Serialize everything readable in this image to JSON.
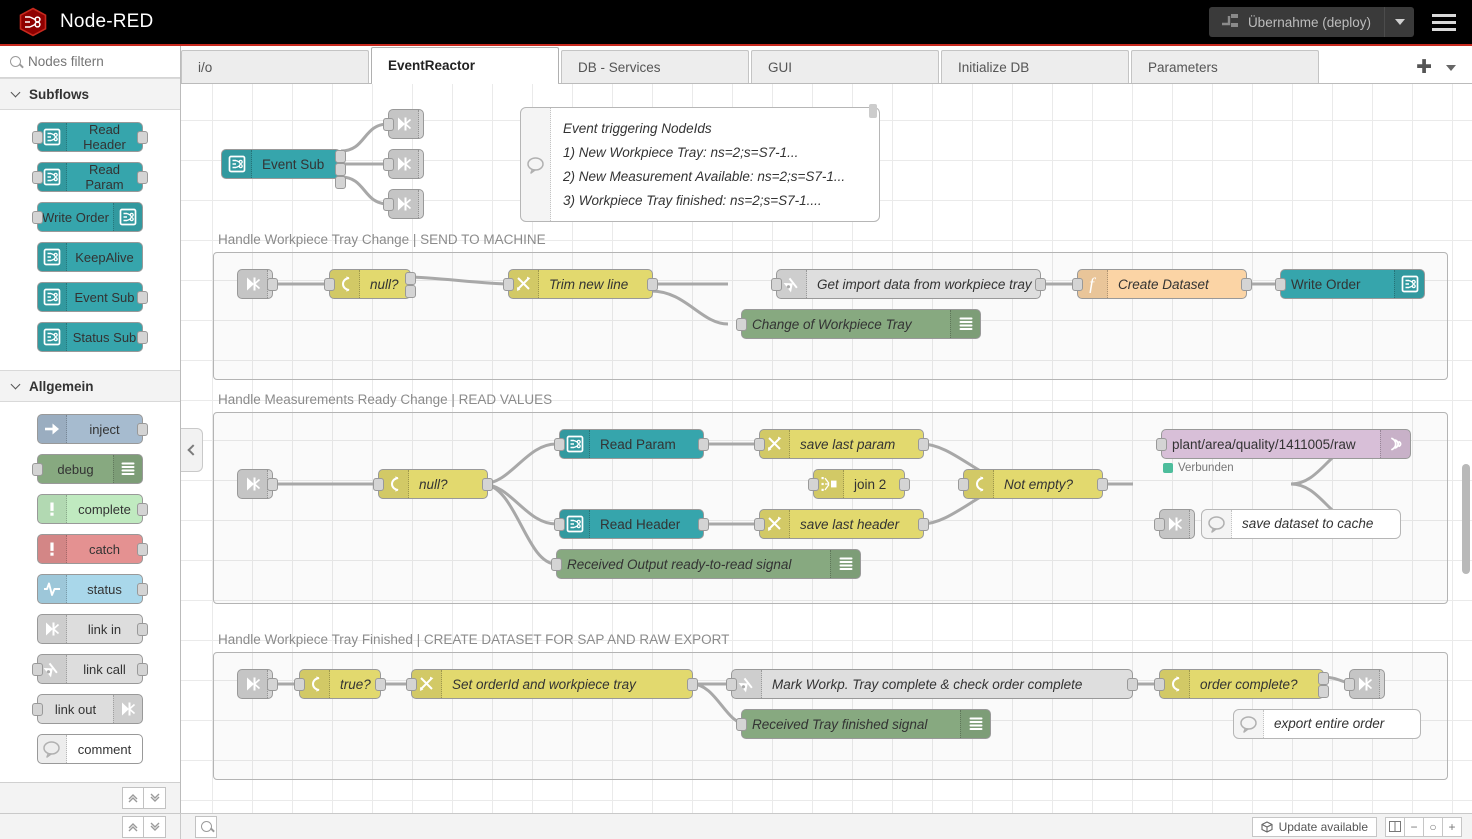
{
  "header": {
    "brand": "Node-RED",
    "logo_icon": "node-red-hex-logo",
    "deploy_label": "Übernahme (deploy)",
    "deploy_icon": "deploy-icon",
    "deploy_caret_icon": "chevron-down-icon",
    "menu_icon": "hamburger-menu-icon"
  },
  "palette": {
    "search_placeholder": "Nodes filtern",
    "search_value": "",
    "search_icon": "search-icon",
    "categories": [
      {
        "name": "Subflows",
        "label": "Subflows",
        "collapse_icon": "chevron-down-icon",
        "nodes": [
          {
            "label": "Read Header",
            "icon": "subflow-icon",
            "color": "#36a5ac",
            "icon_side": "left",
            "in": true,
            "out": true
          },
          {
            "label": "Read Param",
            "icon": "subflow-icon",
            "color": "#36a5ac",
            "icon_side": "left",
            "in": true,
            "out": true
          },
          {
            "label": "Write Order",
            "icon": "subflow-icon",
            "color": "#36a5ac",
            "icon_side": "right",
            "in": true,
            "out": false
          },
          {
            "label": "KeepAlive",
            "icon": "subflow-icon",
            "color": "#36a5ac",
            "icon_side": "left",
            "in": false,
            "out": false
          },
          {
            "label": "Event Sub",
            "icon": "subflow-icon",
            "color": "#36a5ac",
            "icon_side": "left",
            "in": false,
            "out": true
          },
          {
            "label": "Status Sub",
            "icon": "subflow-icon",
            "color": "#36a5ac",
            "icon_side": "left",
            "in": false,
            "out": true
          }
        ]
      },
      {
        "name": "Allgemein",
        "label": "Allgemein",
        "collapse_icon": "chevron-down-icon",
        "nodes": [
          {
            "label": "inject",
            "icon": "inject-arrow-icon",
            "color": "#a6bbcf",
            "icon_side": "left",
            "in": false,
            "out": true
          },
          {
            "label": "debug",
            "icon": "debug-list-icon",
            "color": "#87a980",
            "icon_side": "right",
            "in": true,
            "out": false
          },
          {
            "label": "complete",
            "icon": "exclamation-icon",
            "color": "#c0eac0",
            "icon_side": "left",
            "in": false,
            "out": true
          },
          {
            "label": "catch",
            "icon": "exclamation-icon",
            "color": "#e49191",
            "icon_side": "left",
            "in": false,
            "out": true
          },
          {
            "label": "status",
            "icon": "pulse-icon",
            "color": "#a9d7ea",
            "icon_side": "left",
            "in": false,
            "out": true
          },
          {
            "label": "link in",
            "icon": "link-in-icon",
            "color": "#dddddd",
            "icon_side": "left",
            "in": false,
            "out": true
          },
          {
            "label": "link call",
            "icon": "link-call-icon",
            "color": "#dddddd",
            "icon_side": "left",
            "in": true,
            "out": true
          },
          {
            "label": "link out",
            "icon": "link-out-icon",
            "color": "#dddddd",
            "icon_side": "right",
            "in": true,
            "out": false
          },
          {
            "label": "comment",
            "icon": "comment-bubble-icon",
            "color": "#ffffff",
            "icon_side": "left",
            "in": false,
            "out": false
          }
        ]
      }
    ],
    "footer": {
      "collapse_all_icon": "chevrons-up-icon",
      "expand_all_icon": "chevrons-down-icon"
    }
  },
  "tabs": {
    "items": [
      {
        "label": "i/o",
        "active": false
      },
      {
        "label": "EventReactor",
        "active": true
      },
      {
        "label": "DB - Services",
        "active": false
      },
      {
        "label": "GUI",
        "active": false
      },
      {
        "label": "Initialize DB",
        "active": false
      },
      {
        "label": "Parameters",
        "active": false
      }
    ],
    "add_icon": "plus-icon",
    "list_icon": "chevron-down-icon"
  },
  "canvas": {
    "collapse_handle_icon": "chevron-left-icon",
    "comment_top": {
      "icon": "comment-bubble-icon",
      "lines": [
        "Event triggering NodeIds",
        "1) New Workpiece Tray: ns=2;s=S7-1...",
        "2) New Measurement Available: ns=2;s=S7-1...",
        "3) Workpiece Tray finished: ns=2;s=S7-1...."
      ]
    },
    "event_sub": {
      "label": "Event Sub",
      "icon": "subflow-icon",
      "color": "#36a5ac"
    },
    "link_out_nodes": [
      {
        "icon": "link-out-icon"
      },
      {
        "icon": "link-out-icon"
      },
      {
        "icon": "link-out-icon"
      }
    ],
    "groups": [
      {
        "title": "Handle Workpiece Tray Change | SEND TO MACHINE",
        "nodes": [
          {
            "label": "",
            "icon": "link-in-icon",
            "color": "#d4d4d4",
            "kind": "link-in"
          },
          {
            "label": "null?",
            "icon": "switch-icon",
            "color": "#e2d96e",
            "kind": "switch"
          },
          {
            "label": "Trim new line",
            "icon": "change-icon",
            "color": "#e2d96e",
            "kind": "change"
          },
          {
            "label": "Get import data from workpiece tray",
            "icon": "link-call-icon",
            "color": "#dedede",
            "kind": "link-call"
          },
          {
            "label": "Create Dataset",
            "icon": "function-icon",
            "color": "#fbd4a5",
            "kind": "function"
          },
          {
            "label": "Write Order",
            "icon": "subflow-icon",
            "color": "#36a5ac",
            "kind": "subflow"
          },
          {
            "label": "Change of Workpiece Tray",
            "icon": "debug-list-icon",
            "color": "#87a980",
            "kind": "debug"
          }
        ]
      },
      {
        "title": "Handle Measurements Ready Change | READ VALUES",
        "nodes": [
          {
            "label": "",
            "icon": "link-in-icon",
            "color": "#d4d4d4",
            "kind": "link-in"
          },
          {
            "label": "null?",
            "icon": "switch-icon",
            "color": "#e2d96e",
            "kind": "switch"
          },
          {
            "label": "Read Param",
            "icon": "subflow-icon",
            "color": "#36a5ac",
            "kind": "subflow"
          },
          {
            "label": "Read Header",
            "icon": "subflow-icon",
            "color": "#36a5ac",
            "kind": "subflow"
          },
          {
            "label": "save last param",
            "icon": "change-icon",
            "color": "#e2d96e",
            "kind": "change"
          },
          {
            "label": "save last header",
            "icon": "change-icon",
            "color": "#e2d96e",
            "kind": "change"
          },
          {
            "label": "join 2",
            "icon": "join-icon",
            "color": "#e2d96e",
            "kind": "join"
          },
          {
            "label": "Not empty?",
            "icon": "switch-icon",
            "color": "#e2d96e",
            "kind": "switch"
          },
          {
            "label": "plant/area/quality/1411005/raw",
            "icon": "mqtt-icon",
            "color": "#d8bfd8",
            "kind": "mqtt",
            "status": "Verbunden",
            "status_color": "#4dbd9c"
          },
          {
            "label": "",
            "icon": "link-out-icon",
            "color": "#d4d4d4",
            "kind": "link-out"
          },
          {
            "label": "save dataset to cache",
            "icon": "comment-bubble-icon",
            "color": "#ffffff",
            "kind": "comment"
          },
          {
            "label": "Received Output ready-to-read signal",
            "icon": "debug-list-icon",
            "color": "#87a980",
            "kind": "debug"
          }
        ]
      },
      {
        "title": "Handle Workpiece Tray Finished | CREATE DATASET FOR SAP AND RAW EXPORT",
        "nodes": [
          {
            "label": "",
            "icon": "link-in-icon",
            "color": "#d4d4d4",
            "kind": "link-in"
          },
          {
            "label": "true?",
            "icon": "switch-icon",
            "color": "#e2d96e",
            "kind": "switch"
          },
          {
            "label": "Set orderId and workpiece tray",
            "icon": "change-icon",
            "color": "#e2d96e",
            "kind": "change"
          },
          {
            "label": "Mark Workp. Tray complete & check order complete",
            "icon": "link-call-icon",
            "color": "#dedede",
            "kind": "link-call"
          },
          {
            "label": "order complete?",
            "icon": "switch-icon",
            "color": "#e2d96e",
            "kind": "switch"
          },
          {
            "label": "",
            "icon": "link-out-icon",
            "color": "#d4d4d4",
            "kind": "link-out"
          },
          {
            "label": "export entire order",
            "icon": "comment-bubble-icon",
            "color": "#ffffff",
            "kind": "comment"
          },
          {
            "label": "Received Tray finished signal",
            "icon": "debug-list-icon",
            "color": "#87a980",
            "kind": "debug"
          }
        ]
      }
    ]
  },
  "footer": {
    "search_icon": "search-icon",
    "update_label": "Update available",
    "update_icon": "package-icon",
    "book_icon": "book-icon",
    "zoom_out_label": "−",
    "zoom_reset_label": "○",
    "zoom_in_label": "+"
  }
}
